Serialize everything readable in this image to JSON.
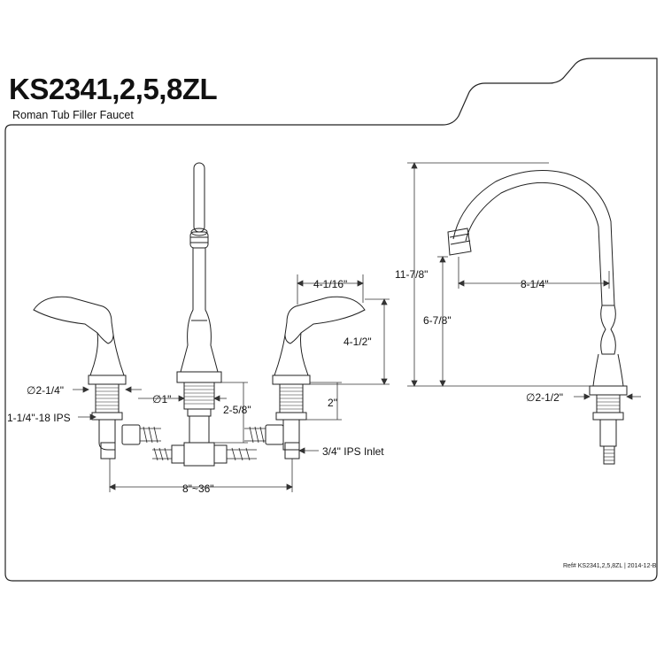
{
  "header": {
    "model": "KS2341,2,5,8ZL",
    "product_name": "Roman Tub Filler Faucet"
  },
  "dimensions": {
    "handle_flange_dia": "∅2-1/4\"",
    "spout_shank_dia": "∅1\"",
    "handle_thread": "1-1/4\"-18 IPS",
    "spout_shank_length": "2-5/8\"",
    "handle_shank_length": "2\"",
    "handle_offset": "4-1/16\"",
    "handle_height": "4-1/2\"",
    "inlet": "3/4\" IPS Inlet",
    "spread": "8\"~36\"",
    "overall_height": "11-7/8\"",
    "spout_reach": "8-1/4\"",
    "spout_height": "6-7/8\"",
    "side_flange_dia": "∅2-1/2\""
  },
  "footer": {
    "reference": "Ref# KS2341,2,5,8ZL | 2014-12-B"
  }
}
